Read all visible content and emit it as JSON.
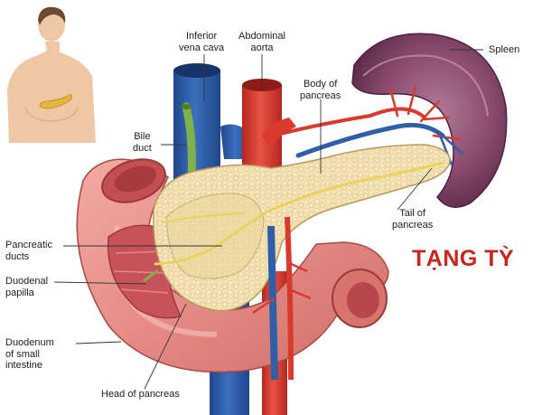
{
  "title": "TẠNG TỲ",
  "labels": {
    "inferior_vena_cava": "Inferior\nvena cava",
    "abdominal_aorta": "Abdominal\naorta",
    "body_of_pancreas": "Body of\npancreas",
    "spleen": "Spleen",
    "bile_duct": "Bile\nduct",
    "tail_of_pancreas": "Tail of\npancreas",
    "pancreatic_ducts": "Pancreatic\nducts",
    "duodenal_papilla": "Duodenal\npapilla",
    "duodenum": "Duodenum\nof small\nintestine",
    "head_of_pancreas": "Head of pancreas"
  },
  "colors": {
    "title": "#c8261c",
    "vein": "#2f5fa8",
    "artery": "#d83a2e",
    "pancreas": "#f2deaa",
    "duodenum": "#e8908a",
    "spleen": "#8a4a6e",
    "bile_duct": "#7eb24a",
    "pancreatic_duct": "#e9d35a",
    "leader_line": "#333333"
  }
}
